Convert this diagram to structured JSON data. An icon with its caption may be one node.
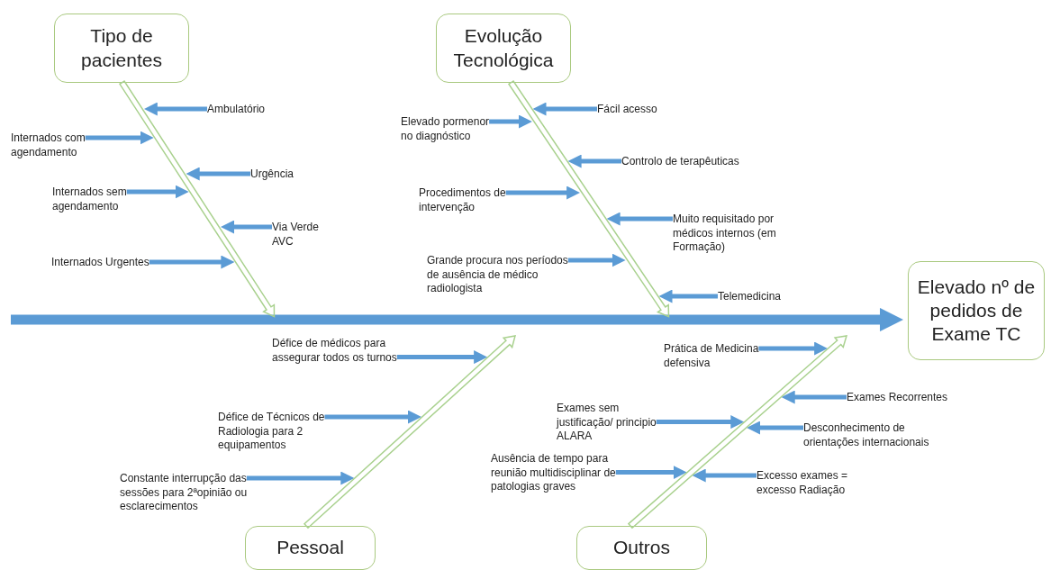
{
  "diagram": {
    "nodes": [
      {
        "text": [
          "Tipo de pacientes"
        ]
      },
      {
        "text": [
          "Ambulatório"
        ]
      },
      {
        "text": [
          "Internados com agendamento"
        ]
      },
      {
        "text": [
          "Urgência"
        ]
      },
      {
        "text": [
          "Internados sem agendamento"
        ]
      },
      {
        "text": [
          "Via Verde AVC"
        ]
      },
      {
        "text": [
          "Internados Urgentes"
        ]
      },
      {
        "text": [
          "Evolução Tecnológica"
        ]
      },
      {
        "text": [
          "Fácil acesso"
        ]
      },
      {
        "text": [
          "Elevado pormenor no diagnóstico"
        ]
      },
      {
        "text": [
          "Controlo de terapêuticas"
        ]
      },
      {
        "text": [
          "Procedimentos de intervenção"
        ]
      },
      {
        "text": [
          "Muito requisitado por médicos internos (em Formação)"
        ]
      },
      {
        "text": [
          "Grande procura nos períodos de ausência de médico radiologista"
        ]
      },
      {
        "text": [
          "Telemedicina"
        ]
      },
      {
        "text": [
          "Elevado nº de pedidos de Exame TC"
        ]
      },
      {
        "text": [
          "Pessoal"
        ]
      },
      {
        "text": [
          "Défice de médicos para assegurar todos os turnos"
        ]
      },
      {
        "text": [
          "Défice de Técnicos de Radiologia para 2 equipamentos"
        ]
      },
      {
        "text": [
          "Constante interrupção das sessões para 2ªopinião ou esclarecimentos"
        ]
      },
      {
        "text": [
          "Outros"
        ]
      },
      {
        "text": [
          "Prática de Medicina defensiva"
        ]
      },
      {
        "text": [
          "Exames Recorrentes"
        ]
      },
      {
        "text": [
          "Exames sem justificação/ principio ALARA"
        ]
      },
      {
        "text": [
          "Desconhecimento de orientações internacionais"
        ]
      },
      {
        "text": [
          "Ausência de tempo para reunião multidisciplinar de patologias graves"
        ]
      },
      {
        "text": [
          "Excesso exames = excesso Radiação"
        ]
      },
      {
        "text": [],
        "shape": "arrow"
      },
      {
        "text": [],
        "shape": "arrow"
      },
      {
        "text": [],
        "shape": "arrow"
      },
      {
        "text": [],
        "shape": "arrow"
      }
    ],
    "edges": [
      {
        "from": null,
        "to": 15,
        "arrow": "to",
        "style": "thick"
      },
      {
        "from": 0,
        "to": null,
        "arrow": "to",
        "color": "#a9d18e"
      },
      {
        "from": 7,
        "to": null,
        "arrow": "to",
        "color": "#a9d18e"
      },
      {
        "from": 16,
        "to": null,
        "arrow": "to",
        "color": "#a9d18e"
      },
      {
        "from": 20,
        "to": null,
        "arrow": "to",
        "color": "#a9d18e"
      },
      {
        "from": 1,
        "to": 27,
        "arrow": "to"
      },
      {
        "from": 2,
        "to": 27,
        "arrow": "to"
      },
      {
        "from": 3,
        "to": 27,
        "arrow": "to"
      },
      {
        "from": 4,
        "to": 27,
        "arrow": "to"
      },
      {
        "from": 5,
        "to": 27,
        "arrow": "to"
      },
      {
        "from": 6,
        "to": 27,
        "arrow": "to"
      },
      {
        "from": 8,
        "to": 28,
        "arrow": "to"
      },
      {
        "from": 9,
        "to": 28,
        "arrow": "to"
      },
      {
        "from": 10,
        "to": 28,
        "arrow": "to"
      },
      {
        "from": 11,
        "to": 28,
        "arrow": "to"
      },
      {
        "from": 12,
        "to": 28,
        "arrow": "to"
      },
      {
        "from": 13,
        "to": 28,
        "arrow": "to"
      },
      {
        "from": 14,
        "to": 28,
        "arrow": "to"
      },
      {
        "from": 17,
        "to": 29,
        "arrow": "to"
      },
      {
        "from": 18,
        "to": 29,
        "arrow": "to"
      },
      {
        "from": 19,
        "to": 29,
        "arrow": "to"
      },
      {
        "from": 21,
        "to": 30,
        "arrow": "to"
      },
      {
        "from": 22,
        "to": 30,
        "arrow": "to"
      },
      {
        "from": 23,
        "to": 30,
        "arrow": "to"
      },
      {
        "from": 24,
        "to": 30,
        "arrow": "to"
      },
      {
        "from": 25,
        "to": 30,
        "arrow": "to"
      },
      {
        "from": 26,
        "to": 30,
        "arrow": "to"
      }
    ]
  }
}
